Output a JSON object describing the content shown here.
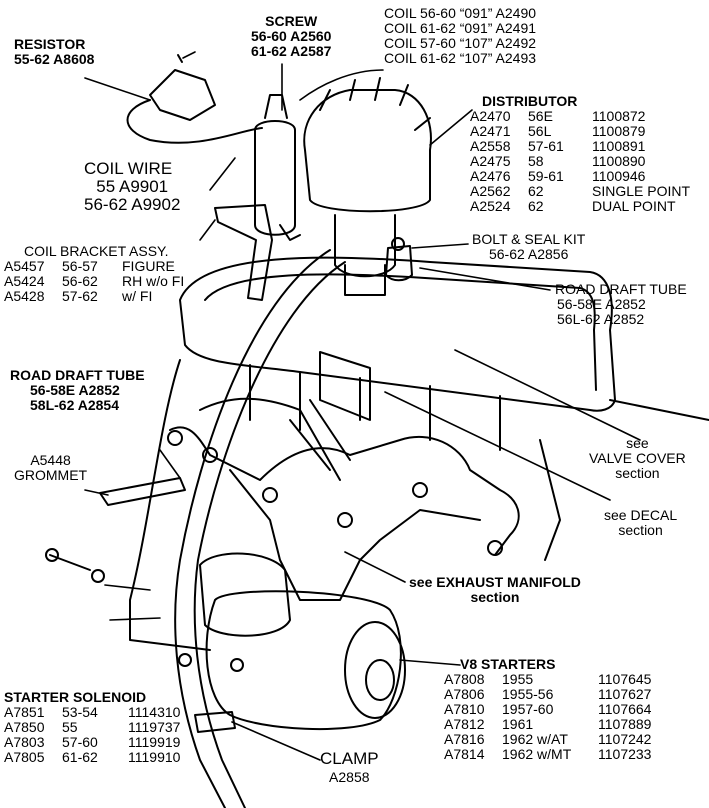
{
  "resistor": {
    "title": "RESISTOR",
    "line": "55-62  A8608"
  },
  "screw": {
    "title": "SCREW",
    "lines": [
      "56-60  A2560",
      "61-62  A2587"
    ]
  },
  "coil": {
    "lines": [
      "COIL  56-60 “091” A2490",
      "COIL  61-62 “091” A2491",
      "COIL  57-60 “107” A2492",
      "COIL  61-62 “107” A2493"
    ]
  },
  "coil_wire": {
    "title": "COIL WIRE",
    "lines": [
      "55  A9901",
      "56-62  A9902"
    ]
  },
  "distributor": {
    "title": "DISTRIBUTOR",
    "rows": [
      [
        "A2470",
        "56E",
        "1100872"
      ],
      [
        "A2471",
        "56L",
        "1100879"
      ],
      [
        "A2558",
        "57-61",
        "1100891"
      ],
      [
        "A2475",
        "58",
        "1100890"
      ],
      [
        "A2476",
        "59-61",
        "1100946"
      ],
      [
        "A2562",
        "62",
        "SINGLE POINT"
      ],
      [
        "A2524",
        "62",
        "DUAL POINT"
      ]
    ]
  },
  "coil_bracket": {
    "title": "COIL BRACKET ASSY.",
    "rows": [
      [
        "A5457",
        "56-57",
        "FIGURE"
      ],
      [
        "A5424",
        "56-62",
        "RH w/o FI"
      ],
      [
        "A5428",
        "57-62",
        "w/ FI"
      ]
    ]
  },
  "bolt_seal": {
    "title": "BOLT & SEAL KIT",
    "line": "56-62 A2856"
  },
  "road_draft_right": {
    "title": "ROAD DRAFT TUBE",
    "lines": [
      "56-58E  A2852",
      "56L-62  A2852"
    ]
  },
  "road_draft_left": {
    "title": "ROAD DRAFT TUBE",
    "lines": [
      "56-58E  A2852",
      "58L-62  A2854"
    ]
  },
  "valve_cover": {
    "lines": [
      "see",
      "VALVE COVER",
      "section"
    ]
  },
  "decal": {
    "lines": [
      "see DECAL",
      "section"
    ]
  },
  "grommet": {
    "lines": [
      "A5448",
      "GROMMET"
    ]
  },
  "exhaust": {
    "lines": [
      "see EXHAUST MANIFOLD",
      "section"
    ]
  },
  "starters": {
    "title": "V8 STARTERS",
    "rows": [
      [
        "A7808",
        "1955",
        "1107645"
      ],
      [
        "A7806",
        "1955-56",
        "1107627"
      ],
      [
        "A7810",
        "1957-60",
        "1107664"
      ],
      [
        "A7812",
        "1961",
        "1107889"
      ],
      [
        "A7816",
        "1962 w/AT",
        "1107242"
      ],
      [
        "A7814",
        "1962 w/MT",
        "1107233"
      ]
    ]
  },
  "solenoid": {
    "title": "STARTER SOLENOID",
    "rows": [
      [
        "A7851",
        "53-54",
        "1114310"
      ],
      [
        "A7850",
        "55",
        "1119737"
      ],
      [
        "A7803",
        "57-60",
        "1119919"
      ],
      [
        "A7805",
        "61-62",
        "1119910"
      ]
    ]
  },
  "clamp": {
    "title": "CLAMP",
    "line": "A2858"
  }
}
